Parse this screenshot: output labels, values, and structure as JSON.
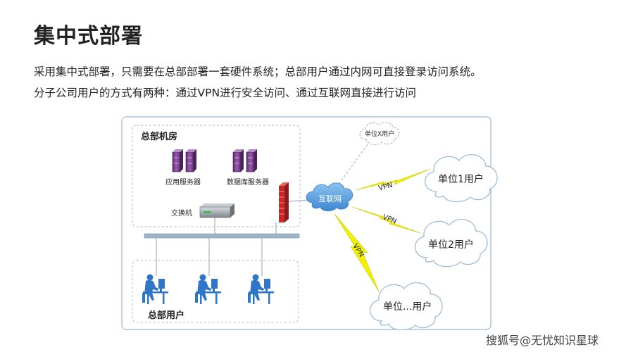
{
  "title": "集中式部署",
  "description": [
    "采用集中式部署，只需要在总部部署一套硬件系统；总部用户通过内网可直接登录访问系统。",
    "分子公司用户的方式有两种：通过VPN进行安全访问、通过互联网直接进行访问"
  ],
  "diagram": {
    "hq_room_label": "总部机房",
    "app_server_label": "应用服务器",
    "db_server_label": "数据库服务器",
    "switch_label": "交换机",
    "internet_label": "互联网",
    "hq_users_label": "总部用户",
    "vpn_label": "VPN",
    "units": [
      {
        "label": "单位X用户"
      },
      {
        "label": "单位1用户"
      },
      {
        "label": "单位2用户"
      },
      {
        "label": "单位...用户"
      }
    ],
    "colors": {
      "server": "#7a3e8c",
      "firewall": "#c62828",
      "internet": "#5aa0e0",
      "vpn_bolt": "#f2f200",
      "user": "#2f76c8",
      "frame": "#9ab8d6",
      "bus": "#9fb3c8"
    }
  },
  "watermark": "搜狐号@无忧知识星球"
}
